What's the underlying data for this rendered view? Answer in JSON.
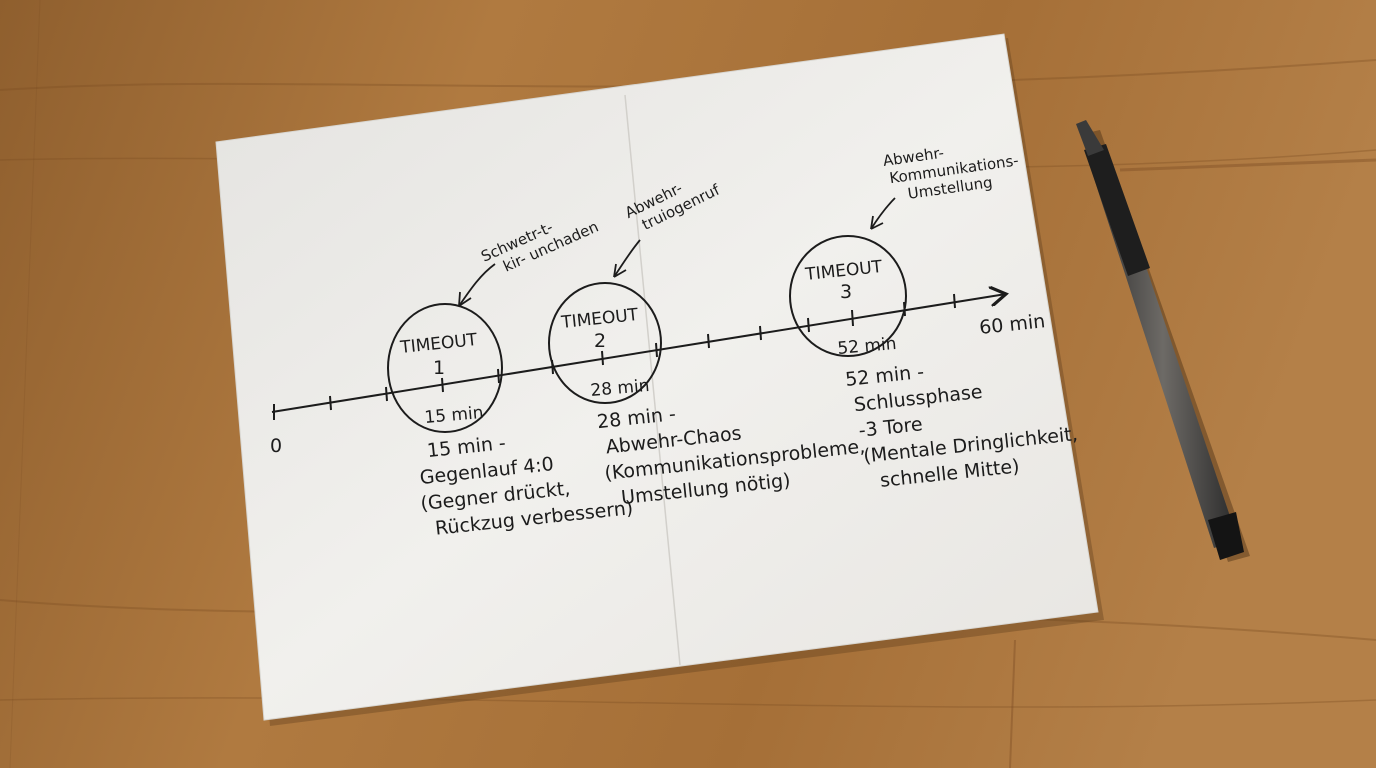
{
  "colors": {
    "table": "#a8713a",
    "table_dark": "#7e5026",
    "paper": "#eceae6",
    "ink": "#1c1c1c"
  },
  "timeline": {
    "origin_label": "0",
    "end_label": "60 min"
  },
  "timeouts": [
    {
      "title": "TIMEOUT",
      "number": "1",
      "minute_label": "15 min",
      "annotation": [
        "Schwetr-t-",
        "kir- unchaden"
      ],
      "note": [
        "15 min -",
        "Gegenlauf 4:0",
        "(Gegner drückt,",
        "Rückzug verbessern)"
      ]
    },
    {
      "title": "TIMEOUT",
      "number": "2",
      "minute_label": "28 min",
      "annotation": [
        "Abwehr-",
        "truiogenruf"
      ],
      "note": [
        "28 min -",
        "Abwehr-Chaos",
        "(Kommunikationsprobleme,",
        "Umstellung nötig)"
      ]
    },
    {
      "title": "TIMEOUT",
      "number": "3",
      "minute_label": "52 min",
      "annotation": [
        "Abwehr-",
        "Kommunikations-",
        "Umstellung"
      ],
      "note": [
        "52 min -",
        "Schlussphase",
        "-3 Tore",
        "(Mentale Dringlichkeit,",
        "schnelle Mitte)"
      ]
    }
  ]
}
